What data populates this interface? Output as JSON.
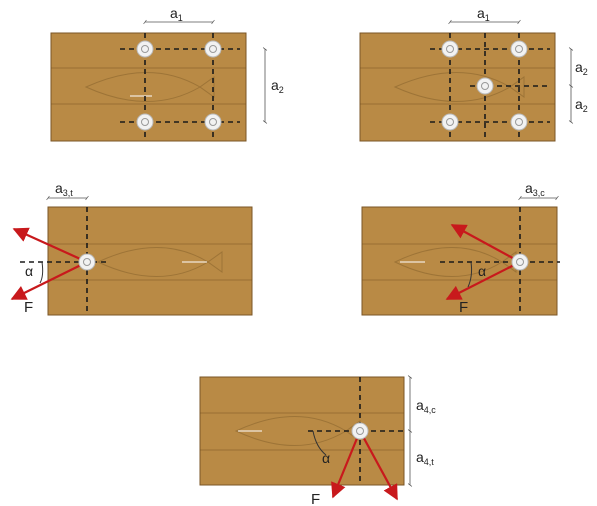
{
  "colors": {
    "wood": "#b98a45",
    "wood_edge": "#7a5526",
    "force": "#c8191c",
    "fastener": "#f2f2f2"
  },
  "icons": {
    "fastener": "screw-head-icon",
    "grain_arrow": "grain-direction-arrow-icon",
    "logo": "brand-fish-logo-watermark"
  },
  "panels": {
    "p1": {
      "spacing_x": "a",
      "spacing_x_sub": "1",
      "spacing_y": "a",
      "spacing_y_sub": "2"
    },
    "p2": {
      "spacing_x": "a",
      "spacing_x_sub": "1",
      "spacing_y_top": "a",
      "spacing_y_top_sub": "2",
      "spacing_y_bot": "a",
      "spacing_y_bot_sub": "2"
    },
    "p3": {
      "edge": "a",
      "edge_sub": "3,t",
      "angle": "α",
      "force": "F"
    },
    "p4": {
      "edge": "a",
      "edge_sub": "3,c",
      "angle": "α",
      "force": "F"
    },
    "p5": {
      "edge_top": "a",
      "edge_top_sub": "4,c",
      "edge_bot": "a",
      "edge_bot_sub": "4,t",
      "angle": "α",
      "force": "F"
    }
  }
}
